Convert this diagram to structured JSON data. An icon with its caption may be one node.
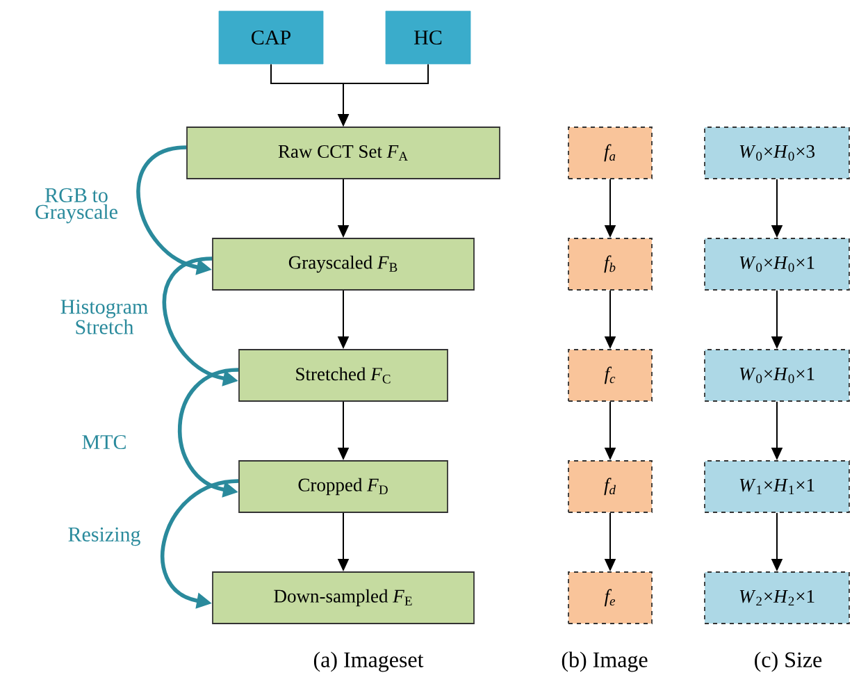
{
  "diagram": {
    "nodes": [
      {
        "text": [
          "CAP"
        ]
      },
      {
        "text": [
          "HC"
        ]
      },
      {
        "text": [
          "Raw CCT Set *F*$_{A}$"
        ]
      },
      {
        "text": [
          "Grayscaled *F*$_{B}$"
        ]
      },
      {
        "text": [
          "Stretched *F*$_{C}$"
        ]
      },
      {
        "text": [
          "Cropped *F*$_{D}$"
        ]
      },
      {
        "text": [
          "Down-sampled *F*$_{E}$"
        ]
      },
      {
        "text": [
          "f$_{a}$"
        ]
      },
      {
        "text": [
          "f$_{b}$"
        ]
      },
      {
        "text": [
          "f$_{c}$"
        ]
      },
      {
        "text": [
          "f$_{d}$"
        ]
      },
      {
        "text": [
          "f$_{e}$"
        ]
      },
      {
        "text": [
          "*W*$_{0}$×*H*$_{0}$×3"
        ]
      },
      {
        "text": [
          "*W*$_{0}$×*H*$_{0}$×1"
        ]
      },
      {
        "text": [
          "*W*$_{0}$×*H*$_{0}$×1"
        ]
      },
      {
        "text": [
          "*W*$_{1}$×*H*$_{1}$×1"
        ]
      },
      {
        "text": [
          "*W*$_{2}$×*H*$_{2}$×1"
        ]
      }
    ],
    "edges": [
      {
        "from": 0,
        "to": 2,
        "arrow": "to"
      },
      {
        "from": 1,
        "to": 2,
        "arrow": "to"
      },
      {
        "from": 2,
        "to": 3,
        "arrow": "to"
      },
      {
        "from": 3,
        "to": 4,
        "arrow": "to"
      },
      {
        "from": 4,
        "to": 5,
        "arrow": "to"
      },
      {
        "from": 5,
        "to": 6,
        "arrow": "to"
      },
      {
        "from": 2,
        "to": 3,
        "arrow": "to",
        "label": "RGB to Grayscale",
        "style": "thick",
        "color": "#2a8a9c"
      },
      {
        "from": 3,
        "to": 4,
        "arrow": "to",
        "label": "Histogram Stretch",
        "style": "thick",
        "color": "#2a8a9c"
      },
      {
        "from": 4,
        "to": 5,
        "arrow": "to",
        "label": "MTC",
        "style": "thick",
        "color": "#2a8a9c"
      },
      {
        "from": 5,
        "to": 6,
        "arrow": "to",
        "label": "Resizing",
        "style": "thick",
        "color": "#2a8a9c"
      },
      {
        "from": 7,
        "to": 8,
        "arrow": "to"
      },
      {
        "from": 8,
        "to": 9,
        "arrow": "to"
      },
      {
        "from": 9,
        "to": 10,
        "arrow": "to"
      },
      {
        "from": 10,
        "to": 11,
        "arrow": "to"
      },
      {
        "from": 12,
        "to": 13,
        "arrow": "to"
      },
      {
        "from": 13,
        "to": 14,
        "arrow": "to"
      },
      {
        "from": 14,
        "to": 15,
        "arrow": "to"
      },
      {
        "from": 15,
        "to": 16,
        "arrow": "to"
      }
    ],
    "labels": [
      "(a) Imageset",
      "(b) Image",
      "(c) Size"
    ]
  }
}
